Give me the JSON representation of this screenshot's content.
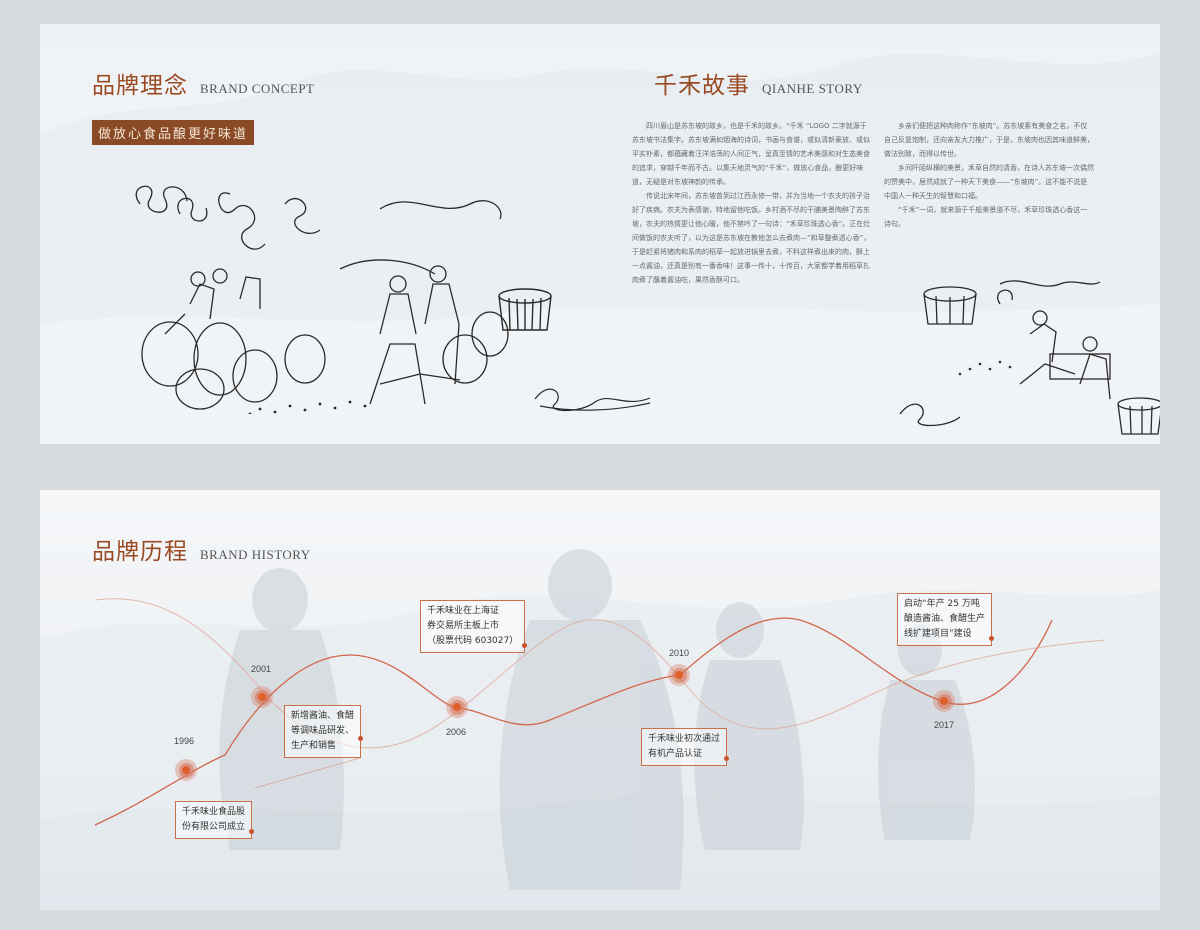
{
  "concept": {
    "title_cn": "品牌理念",
    "title_en": "BRAND CONCEPT",
    "slogan": "做放心食品酿更好味道"
  },
  "story": {
    "title_cn": "千禾故事",
    "title_en": "QIANHE STORY",
    "col1": [
      "四川眉山是苏东坡的故乡，也是千禾的故乡。“千禾 “LOGO 二字就源于苏东坡书法集字。苏东坡满如烟海的诗词，书画与食谱，或似清新豪放、或似平实朴素，都蕴藏着汪洋浩荡的人间正气，呈真至情的艺术美感和对生态美食的追求，穿越千年而不古。以集天地灵气的“千禾”，做放心食品，酿更好味道，无疑是对东坡神韵的传承。",
      "传说北宋年间，苏东坡曾到过江西永修一带，并为当地一个农夫的孩子治好了疾病。农夫为表感谢，特地留他吃饭。乡村酒不尽的干脯美景陶醉了苏东坡，农夫的热情更让他心暖，他不禁吟了一句诗：“禾草珍珠透心香”。正在灶间做饭的农夫听了，以为这是苏东坡在教他怎么去煮肉—”和草整煮透心香”，于是赶紧将猪肉和系肉的稻草一起放进锅里去煮，不料这样煮出来的肉，酥上一点酱油，还真是别有一番香味！这事一传十，十传百，大家都学着用稻草扎肉煮了蘸着酱油吃，果然香酥可口。"
    ],
    "col2": [
      "乡亲们便把这种肉称作“东坡肉”。苏东坡素有美食之名，不仅自己反复炮制，还向亲友大力推广，于是，东坡肉也因其味道鲜美，做法别致，而得以传世。",
      "乡间阡陌纵横的美景，禾草自然的清香，在诗人苏东坡一次偶然的赞美中，居然成就了一种天下美食——“东坡肉”。这不能不说是中国人一种天生的智慧和口福。",
      "“千禾”一词，就来源于千般美景道不尽，禾草珍珠透心香这一诗句。"
    ]
  },
  "history": {
    "title_cn": "品牌历程",
    "title_en": "BRAND HISTORY",
    "milestones": [
      {
        "year": "1996",
        "event": [
          "千禾味业食品股",
          "份有限公司成立"
        ]
      },
      {
        "year": "2001",
        "event": [
          "新增酱油、食醋",
          "等调味品研发、",
          "生产和销售"
        ]
      },
      {
        "year": "2006",
        "event": [
          "千禾味业在上海证",
          "券交易所主板上市",
          "（股票代码 603027）"
        ]
      },
      {
        "year": "2010",
        "event": [
          "千禾味业初次通过",
          "有机产品认证"
        ]
      },
      {
        "year": "2017",
        "event": [
          "启动“年产 25 万吨",
          "酿造酱油、食醋生产",
          "线扩建项目”建设"
        ]
      }
    ]
  },
  "colors": {
    "accent": "#9a4a22",
    "timeline": "#d2664a",
    "slogan_bg": "#8b4a26"
  }
}
